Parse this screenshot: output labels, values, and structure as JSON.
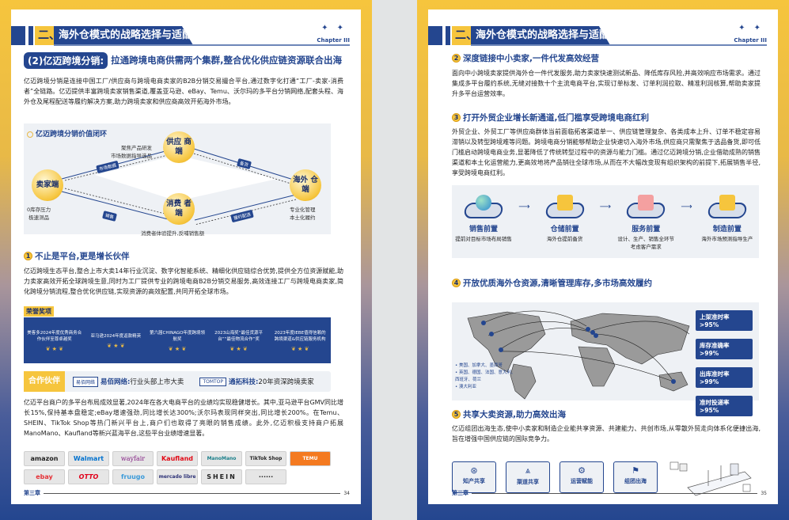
{
  "header": {
    "section_num": "二、",
    "section_title": "海外仓模式的战略选择与适配",
    "chapter": "Chapter III",
    "stars": "✦ ✦"
  },
  "left": {
    "lead_tag": "(2)亿迈跨境分销:",
    "lead_text": "拉通跨境电商供需两个集群,整合优化供应链资源联合出海",
    "intro": "亿迈跨境分销是连接中国工厂/供应商与跨境电商卖家的B2B分销交易撮合平台,通过数字化打通“工厂-卖家-消费者”全链路。亿迈提供丰富跨境卖家销售渠道,覆盖亚马逊、eBay、Temu、沃尔玛的多平台分销网络,配套头程、海外仓及尾程配送等履约解决方案,助力跨境卖家和供应商高效开拓海外市场。",
    "loop": {
      "title": "亿迈跨境分销价值闭环",
      "nodes": {
        "supplier": "供应\n商端",
        "seller": "卖家端",
        "warehouse": "海外\n仓端",
        "consumer": "消费\n者端"
      },
      "labels": {
        "supplier": "聚焦产品研发\n市场数据指导选品",
        "seller": "0库存压力\n极速测品",
        "warehouse": "专业化管理\n本土化履约",
        "consumer": "消费者体验提升,反哺销售额"
      },
      "edges": [
        "市场数据",
        "备货",
        "销售",
        "履约配送"
      ]
    },
    "sec1": {
      "num": "1",
      "title": "不止是平台,更是增长伙伴",
      "body": "亿迈跨境生态平台,整合上市大卖14年行业沉淀、数字化智能系统、精细化供应链综合优势,提供全方位资源赋能,助力卖家高效开拓全球跨境生意,同时为工厂提供专业的跨境电商B2B分销交易服务,高效连接工厂与跨境电商卖家,简化跨境分销流程,整合优化供应链,实现资源的高效配置,共同开拓全球市场。"
    },
    "awards": {
      "tag": "荣誉奖项",
      "items": [
        "美客多2024年度优秀商务合作伙伴至尊卓越奖",
        "亚马逊2024年度返款精英",
        "第六届CHINAGO年度跨境领航奖",
        "2023山海奖“最佳货源平台”“最佳物流合作”奖",
        "2023年度IEBE值得信赖的跨境渠道&供应链服务机构"
      ]
    },
    "partners": {
      "tag": "合作伙伴",
      "items": [
        {
          "logo": "易佰网络",
          "name": "易佰网络:",
          "desc": "行业头部上市大卖"
        },
        {
          "logo": "TOMTOP",
          "name": "通拓科技:",
          "desc": "20年资深跨境卖家"
        }
      ]
    },
    "growth": "亿迈平台商户的多平台布局成效显著,2024年在各大电商平台的业绩均实现稳健增长。其中,亚马逊平台GMV同比增长15%,保持基本盘稳定;eBay增速强劲,同比增长达300%;沃尔玛表现同样突出,同比增长200%。在Temu、SHEIN、TikTok Shop等热门新兴平台上,商户们也取得了亮眼的销售成绩。此外,亿迈积极支持商户拓展ManoMano、Kaufland等新兴蓝海平台,这些平台业绩增速显著。",
    "platforms": [
      "amazon",
      "Walmart",
      "wayfair",
      "Kaufland",
      "ManoMano",
      "TikTok Shop",
      "TEMU",
      "ebay",
      "OTTO",
      "fruugo",
      "mercado libre",
      "SHEIN",
      "······"
    ],
    "footer": {
      "chapter": "第三章",
      "page": "34"
    }
  },
  "right": {
    "sec2": {
      "num": "2",
      "title": "深度链接中小卖家,一件代发高效经营",
      "body": "面向中小跨境卖家提供海外仓一件代发服务,助力卖家快速测试新品、降低库存风险,并高效响应市场需求。通过集成多平台履约系统,无缝对接数十个主流电商平台,实现订单标发、订单利润拉取、精准利润核算,帮助卖家提升多平台运营效率。"
    },
    "sec3": {
      "num": "3",
      "title": "打开外贸企业增长新通道,低门槛享受跨境电商红利",
      "body": "外贸企业、外贸工厂等供应商群体当前面临拓客渠道单一、供应链管理复杂、各类成本上升、订单不稳定容易滞销以及转型跨境难等问题。跨境电商分销能够帮助企业快速切入海外市场,供应商只需聚焦于选品备货,即可低门槛启动跨境电商业务,显著降低了传统转型过程中的资源与能力门槛。通过亿迈跨境分销,企业借助成熟的销售渠道和本土化运营能力,更高效地将产品销往全球市场,从而在不大幅改变现有组织架构的前提下,拓展销售半径,享受跨境电商红利。"
    },
    "flow": [
      {
        "name": "销售前置",
        "desc": "提前对目标市场布局销售"
      },
      {
        "name": "仓储前置",
        "desc": "海外仓提前备货"
      },
      {
        "name": "服务前置",
        "desc": "设计、生产、销售全环节考虑客户需求"
      },
      {
        "name": "制造前置",
        "desc": "海外市场预测指导生产"
      }
    ],
    "sec4": {
      "num": "4",
      "title": "开放优质海外仓资源,清晰管理库存,多市场高效履约"
    },
    "map": {
      "kpis": [
        "上架准时率 >95%",
        "库存准确率 >99%",
        "出库准时率 >99%",
        "准时投递率 >95%"
      ],
      "legend": [
        "• 美国、加拿大、墨西哥",
        "• 英国、德国、法国、意大利、西班牙、荷兰",
        "• 澳大利亚"
      ],
      "places": [
        "加拿大",
        "美国",
        "英国",
        "澳大利亚"
      ]
    },
    "sec5": {
      "num": "5",
      "title": "共享大卖资源,助力高效出海",
      "body": "亿迈组团出海生态,使中小卖家和制造企业能共享资源、共建能力、共创市场,从零散外贸走向体系化便捷出海,旨在增强中国供应链的国际竞争力。"
    },
    "shares": [
      {
        "icon": "⊛",
        "label": "知产共享"
      },
      {
        "icon": "⩓",
        "label": "渠道共享"
      },
      {
        "icon": "⚙",
        "label": "运营赋能"
      },
      {
        "icon": "⚑",
        "label": "组团出海"
      }
    ],
    "footer": {
      "chapter": "第三章",
      "page": "35"
    }
  }
}
